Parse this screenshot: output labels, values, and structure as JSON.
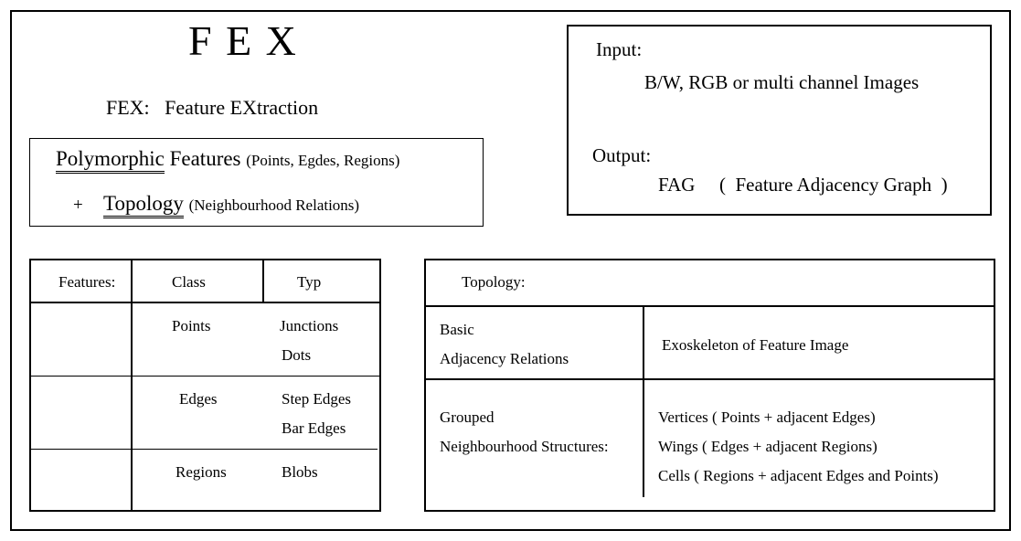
{
  "title": "F E X",
  "subtitle": "FEX:   Feature EXtraction",
  "features_box": {
    "word1": "Polymorphic",
    "rest1": " Features",
    "paren1": "(Points, Egdes, Regions)",
    "plus": "+",
    "word2": "Topology",
    "paren2": "(Neighbourhood Relations)"
  },
  "io_box": {
    "input_label": "Input:",
    "input_value": "B/W, RGB or multi channel Images",
    "output_label": "Output:",
    "output_abbr": "FAG",
    "output_value": "(  Feature Adjacency Graph  )"
  },
  "features_table": {
    "headers": [
      "Features:",
      "Class",
      "Typ"
    ],
    "rows": [
      {
        "class": "Points",
        "types": [
          "Junctions",
          "Dots"
        ]
      },
      {
        "class": "Edges",
        "types": [
          "Step Edges",
          "Bar Edges"
        ]
      },
      {
        "class": "Regions",
        "types": [
          "Blobs"
        ]
      }
    ]
  },
  "topology_table": {
    "header": "Topology:",
    "rows": [
      {
        "left": [
          "Basic",
          "Adjacency Relations"
        ],
        "right": [
          "Exoskeleton of Feature Image"
        ]
      },
      {
        "left": [
          "Grouped",
          "Neighbourhood Structures:"
        ],
        "right": [
          "Vertices ( Points + adjacent Edges)",
          "Wings ( Edges + adjacent Regions)",
          "Cells ( Regions + adjacent Edges and Points)"
        ]
      }
    ]
  }
}
